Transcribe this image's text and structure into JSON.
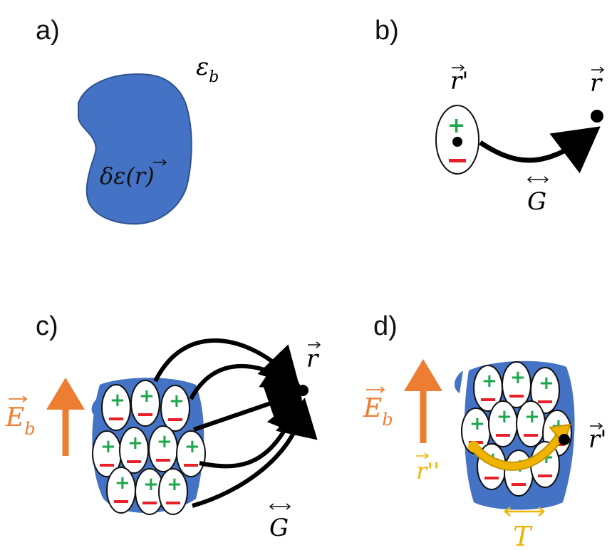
{
  "panels": {
    "a": {
      "label": "a)",
      "background_symbol": "ε",
      "background_subscript": "b",
      "perturbation": "δε(r)"
    },
    "b": {
      "label": "b)",
      "source_point": "r'",
      "observation_point": "r",
      "propagator": "G"
    },
    "c": {
      "label": "c)",
      "field": "E",
      "field_subscript": "b",
      "observation_point": "r",
      "propagator": "G"
    },
    "d": {
      "label": "d)",
      "field": "E",
      "field_subscript": "b",
      "source_point": "r''",
      "observation_point": "r'",
      "operator": "T"
    }
  },
  "colors": {
    "scatterer_blue": "#4472c4",
    "plus_green": "#1aa64a",
    "minus_red": "#e8202a",
    "field_orange": "#ed7d31",
    "t_matrix_gold": "#f0b400"
  }
}
